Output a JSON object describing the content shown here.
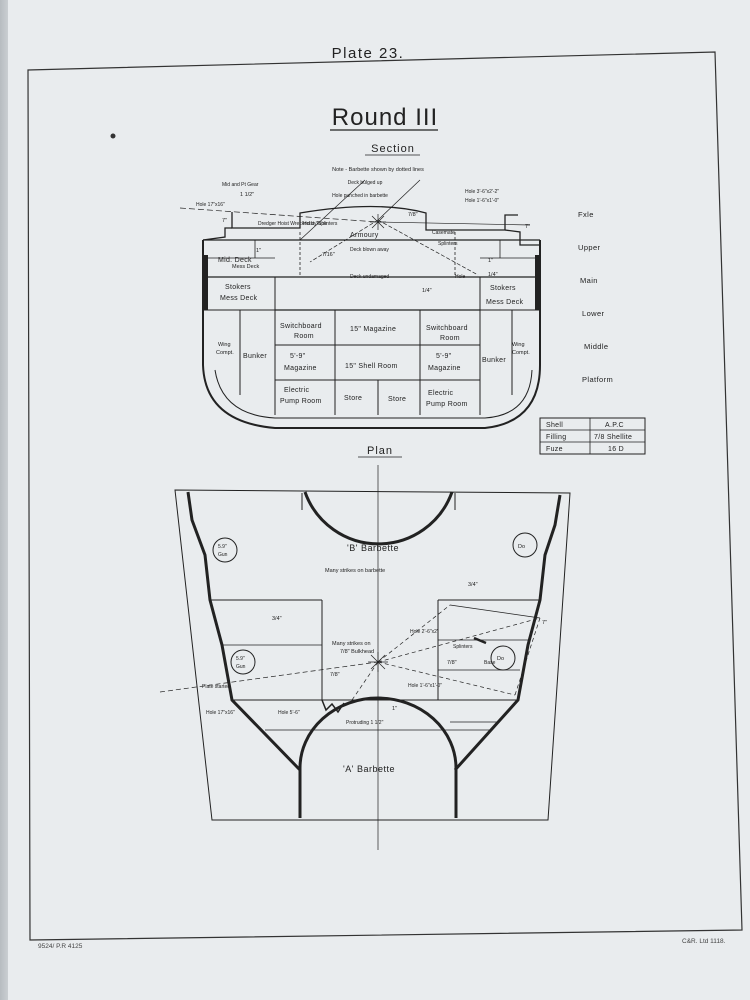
{
  "plate": "Plate 23.",
  "title": "Round III",
  "section_heading": "Section",
  "plan_heading": "Plan",
  "section": {
    "note": "Note - Barbette shown by dotted lines",
    "annotations": [
      "Deck bulged up",
      "Hole punched in barbette",
      "Hole 3'-6\"x2'-2\"",
      "Hole 1'-6\"x1'-0\"",
      "Hole 17\"x16\"",
      "Mid and Pt Gear",
      "Dredger Hoist Wrecked by Splinters",
      "Hoist Tube",
      "Casemate",
      "Splinters",
      "Armoury",
      "Deck blown away",
      "Deck undamaged",
      "Hole",
      "7\"",
      "7\"",
      "1\"",
      "1\"",
      "7/8\"",
      "7/16\"",
      "1/4\"",
      "1/4\"",
      "1 1/2\""
    ],
    "compartments": {
      "mid_deck": "Mid. Deck",
      "mess_deck": "Mess Deck",
      "stokers_left": "Stokers",
      "mess_deck_left": "Mess Deck",
      "stokers_right": "Stokers",
      "mess_deck_right": "Mess Deck",
      "wing_left": "Wing",
      "comp_left": "Compt.",
      "wing_right": "Wing",
      "comp_right": "Compt.",
      "bunker_left": "Bunker",
      "bunker_right": "Bunker",
      "switchboard_l1": "Switchboard",
      "switchboard_l2": "Room",
      "switchboard_r1": "Switchboard",
      "switchboard_r2": "Room",
      "magazine_15": "15\" Magazine",
      "magazine_59_l1": "5'-9\"",
      "magazine_59_l2": "Magazine",
      "magazine_59_r1": "5'-9\"",
      "magazine_59_r2": "Magazine",
      "shell_room": "15\" Shell Room",
      "electric_l1": "Electric",
      "electric_l2": "Pump Room",
      "electric_r1": "Electric",
      "electric_r2": "Pump Room",
      "store_1": "Store",
      "store_2": "Store"
    },
    "decks": [
      "Fxle",
      "Upper",
      "Main",
      "Lower",
      "Middle",
      "Platform"
    ]
  },
  "shell_table": [
    {
      "key": "Shell",
      "value": "A.P.C"
    },
    {
      "key": "Filling",
      "value": "7/8 Shellite"
    },
    {
      "key": "Fuze",
      "value": "16 D"
    }
  ],
  "plan": {
    "b_barbette": "'B' Barbette",
    "b_note": "Many strikes on barbette",
    "a_barbette": "'A' Barbette",
    "bulkhead_l1": "Many strikes on",
    "bulkhead_l2": "7/8\" Bulkhead",
    "gun_tl_1": "5.9\"",
    "gun_tl_2": "Gun",
    "gun_tr": "Do",
    "gun_ml_1": "5.9\"",
    "gun_ml_2": "Gun",
    "gun_mr": "Do",
    "hole_1": "Hole 2'-6\"x2'",
    "hole_2": "Hole 1'-6\"x1'-0\"",
    "hole_3": "Hole 5'-6\"",
    "hole_4": "Hole 17\"x16\"",
    "plate_started": "Plate started",
    "protruding": "Protruding 1 1/2\"",
    "splinters": "Splinters",
    "base": "Base",
    "dim_34_l": "3/4\"",
    "dim_34_r": "3/4\"",
    "dim_78_l": "7/8\"",
    "dim_78_r": "7/8\"",
    "dim_7": "7\"",
    "dim_1": "1\""
  },
  "footer_left": "9524/ P.R 4125",
  "footer_right": "C&R. Ltd 1118."
}
